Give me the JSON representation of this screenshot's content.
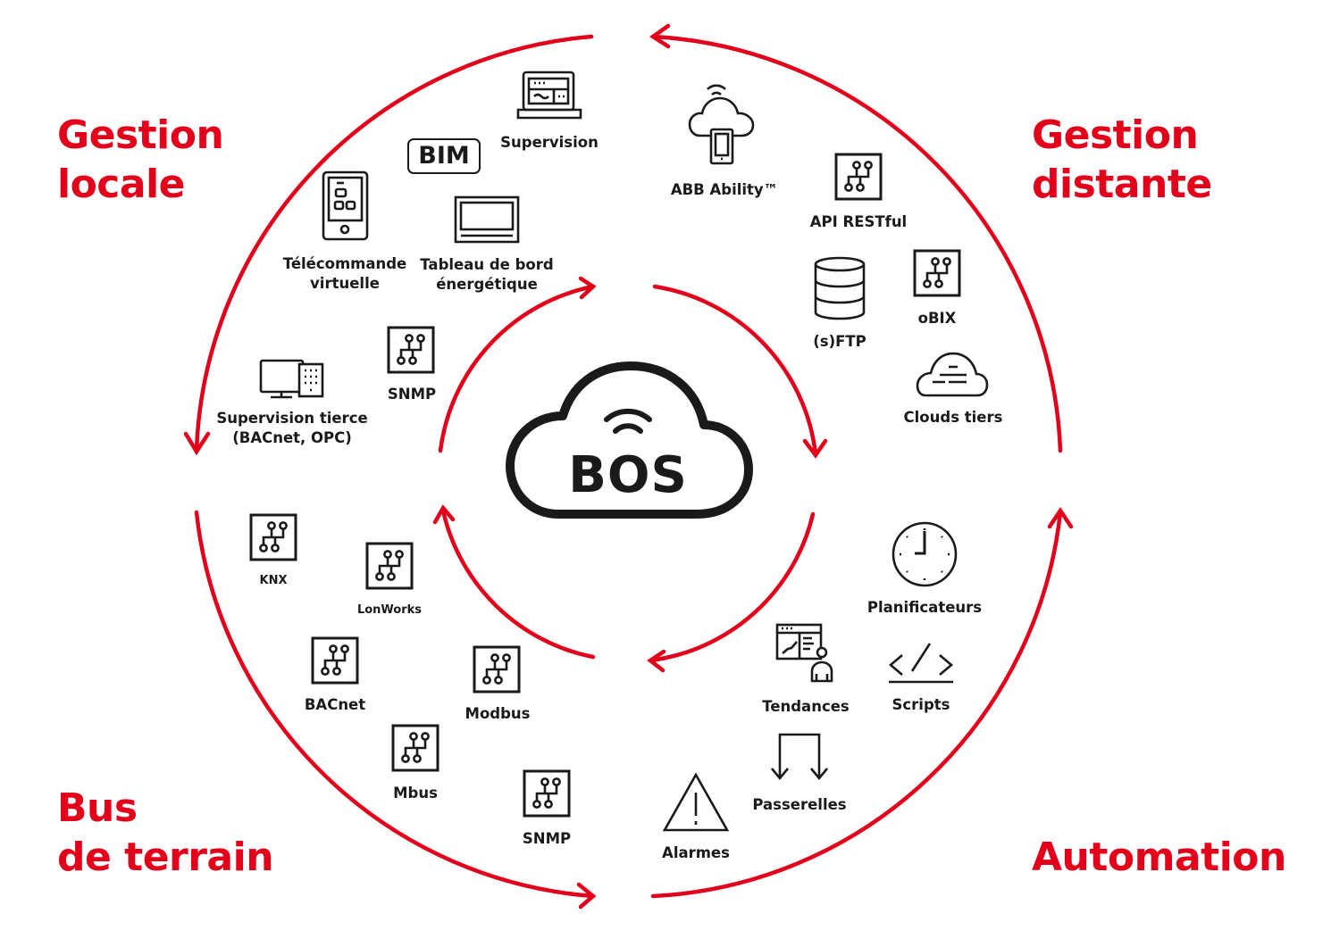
{
  "colors": {
    "accent": "#e2001a",
    "ink": "#1a1a1a",
    "background": "#ffffff"
  },
  "center": {
    "label": "BOS",
    "icon": "cloud-wifi-icon"
  },
  "quadrants": {
    "top_left": {
      "title_line1": "Gestion",
      "title_line2": "locale"
    },
    "top_right": {
      "title_line1": "Gestion",
      "title_line2": "distante"
    },
    "bottom_left": {
      "title_line1": "Bus",
      "title_line2": "de terrain"
    },
    "bottom_right": {
      "title_line1": "Automation"
    }
  },
  "gestion_locale": {
    "supervision": {
      "label": "Supervision",
      "icon": "laptop-dashboard-icon"
    },
    "bim": {
      "label": "BIM",
      "icon": "bim-badge"
    },
    "telecommande": {
      "line1": "Télécommande",
      "line2": "virtuelle",
      "icon": "smartphone-remote-icon"
    },
    "tableau": {
      "line1": "Tableau de bord",
      "line2": "énergétique",
      "icon": "display-panel-icon"
    },
    "snmp": {
      "label": "SNMP",
      "icon": "network-node-icon"
    },
    "supervision_tierce": {
      "line1": "Supervision tierce",
      "line2": "(BACnet, OPC)",
      "icon": "monitor-building-icon"
    }
  },
  "gestion_distante": {
    "abb_ability": {
      "label": "ABB Ability™",
      "icon": "cloud-phone-icon"
    },
    "api_restful": {
      "label": "API RESTful",
      "icon": "network-node-icon"
    },
    "sftp": {
      "label": "(s)FTP",
      "icon": "database-icon"
    },
    "obix": {
      "label": "oBIX",
      "icon": "network-node-icon"
    },
    "clouds_tiers": {
      "label": "Clouds tiers",
      "icon": "cloud-lines-icon"
    }
  },
  "bus_de_terrain": {
    "knx": {
      "label": "KNX",
      "icon": "network-node-icon"
    },
    "lonworks": {
      "label": "LonWorks",
      "icon": "network-node-icon"
    },
    "bacnet": {
      "label": "BACnet",
      "icon": "network-node-icon"
    },
    "modbus": {
      "label": "Modbus",
      "icon": "network-node-icon"
    },
    "mbus": {
      "label": "Mbus",
      "icon": "network-node-icon"
    },
    "snmp": {
      "label": "SNMP",
      "icon": "network-node-icon"
    }
  },
  "automation": {
    "planificateurs": {
      "label": "Planificateurs",
      "icon": "clock-icon"
    },
    "tendances": {
      "label": "Tendances",
      "icon": "trend-report-user-icon"
    },
    "scripts": {
      "label": "Scripts",
      "icon": "code-icon"
    },
    "passerelles": {
      "label": "Passerelles",
      "icon": "gateway-arrows-icon"
    },
    "alarmes": {
      "label": "Alarmes",
      "icon": "warning-triangle-icon"
    }
  }
}
